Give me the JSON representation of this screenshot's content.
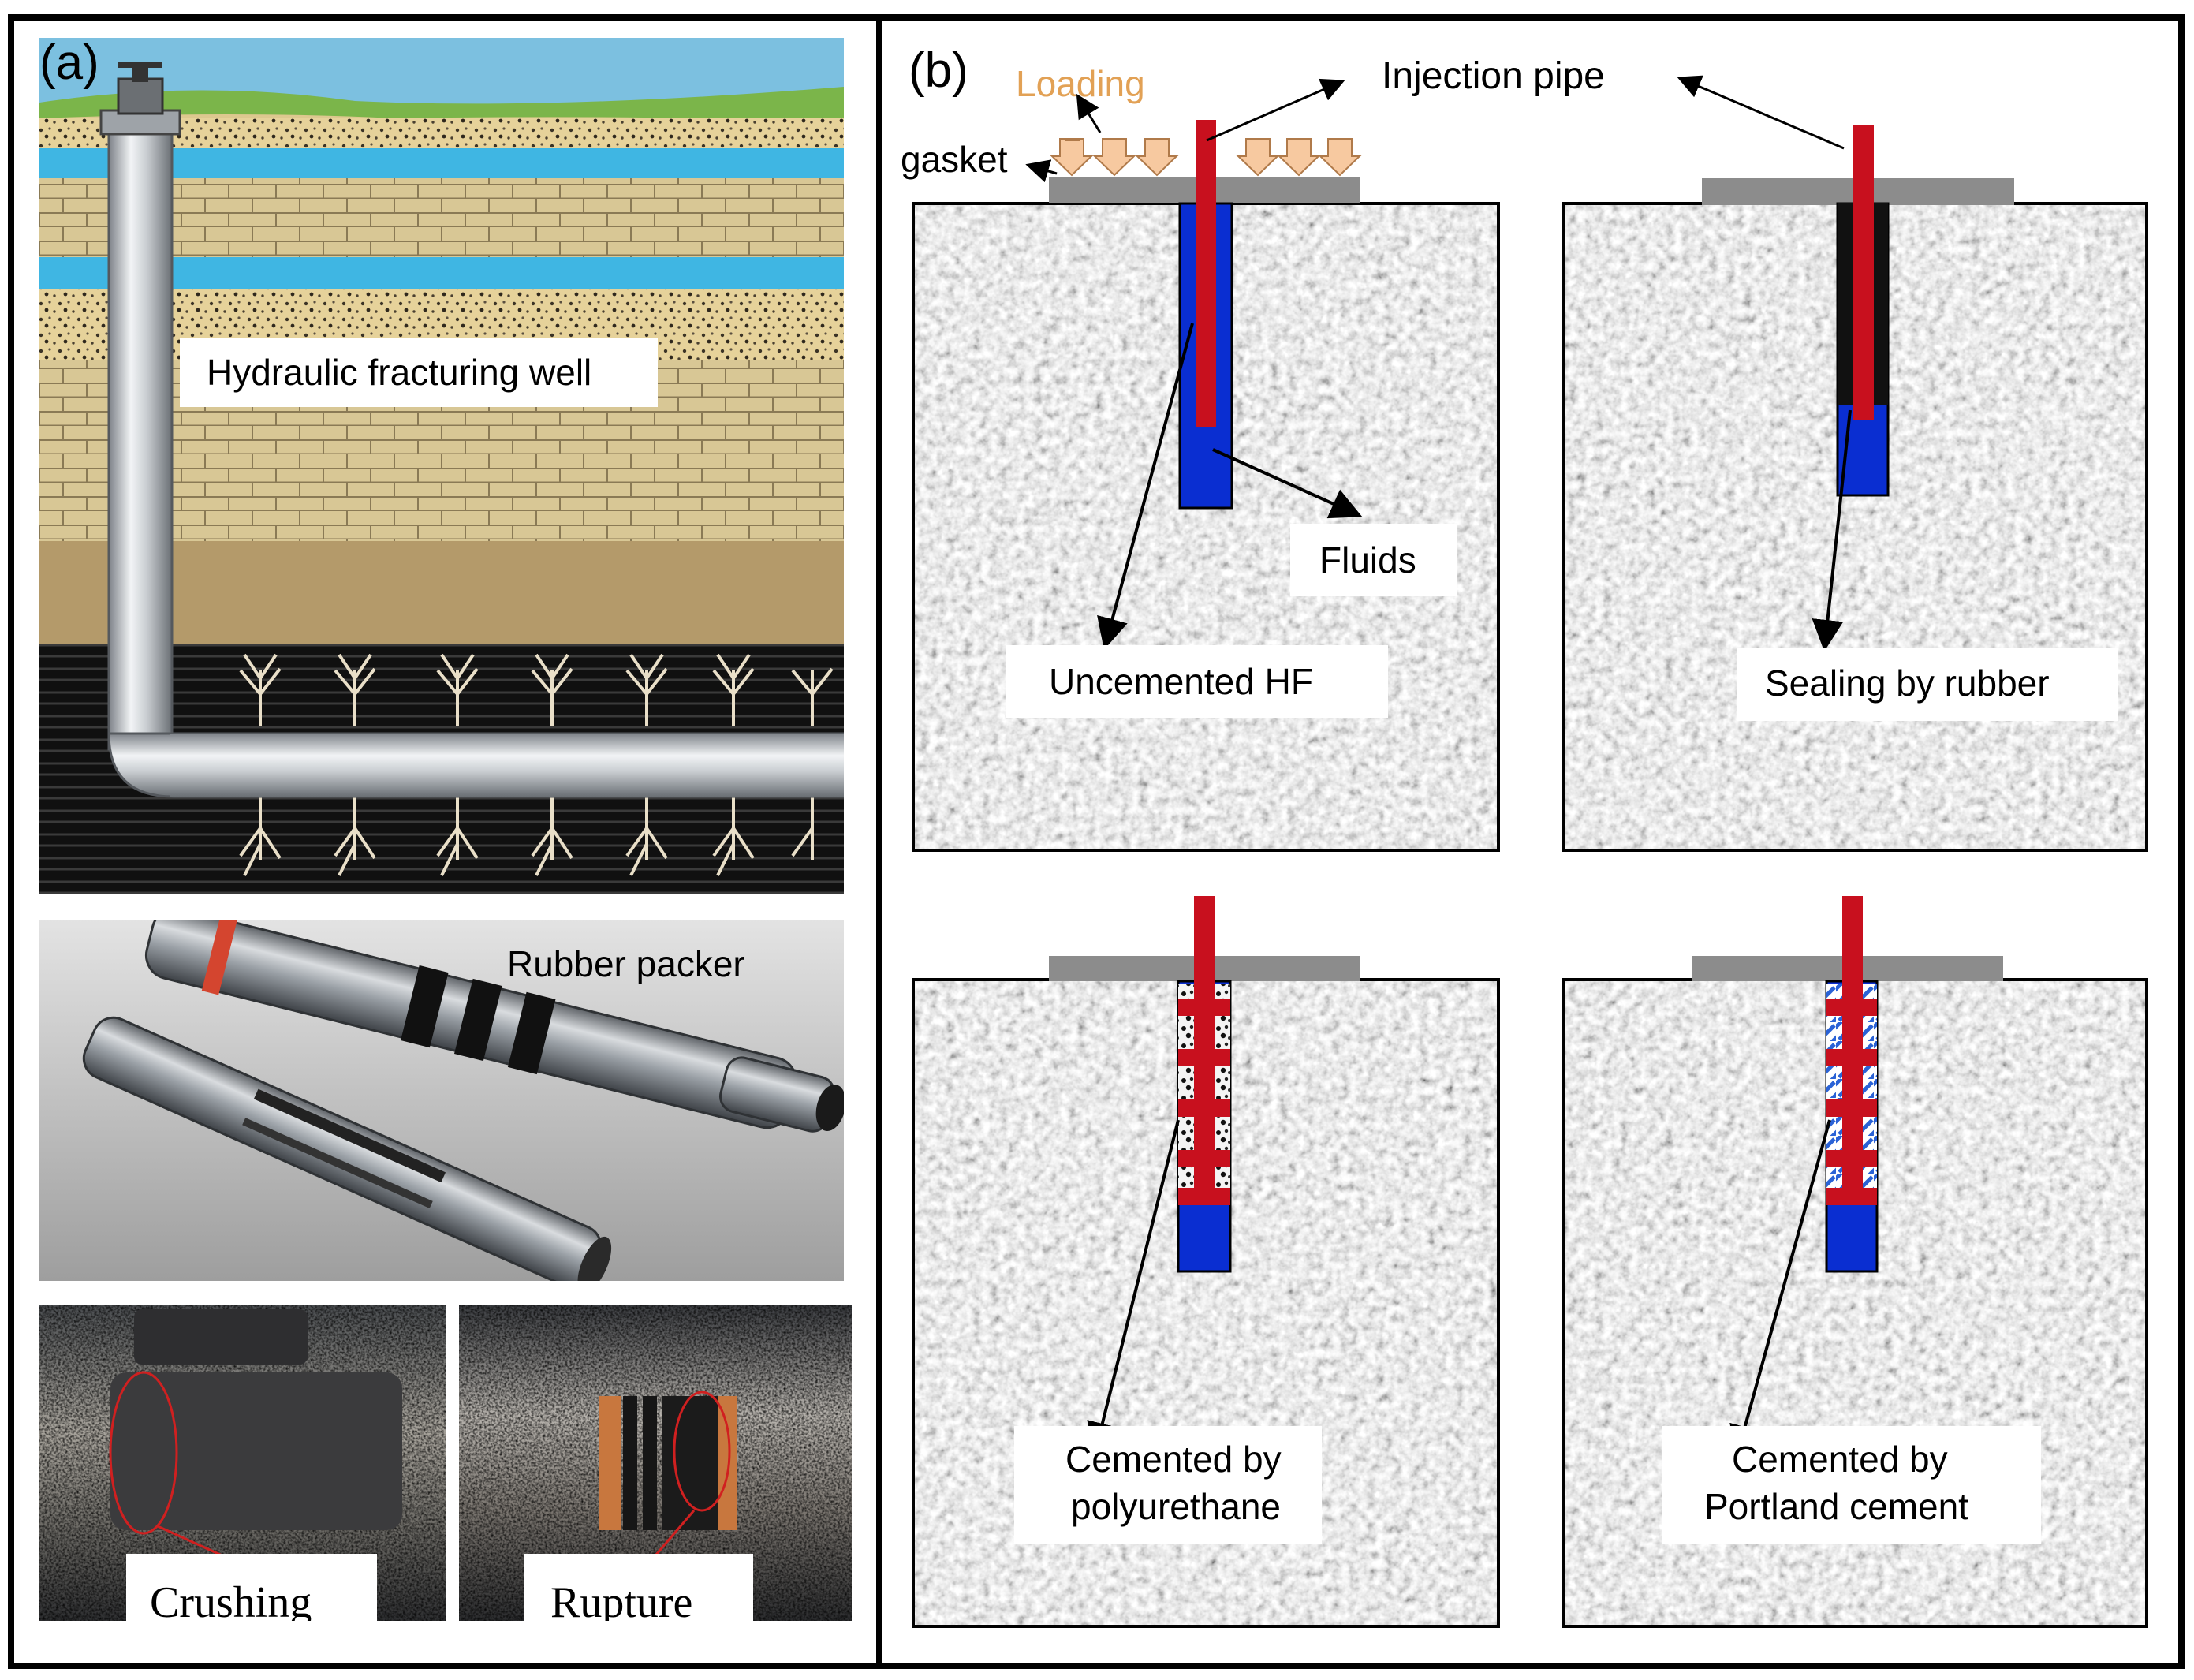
{
  "panel_a": {
    "label": "(a)",
    "well_label": "Hydraulic fracturing well",
    "packer_label": "Rubber packer",
    "failure_left_label": "Crushing",
    "failure_right_label": "Rupture"
  },
  "panel_b": {
    "label": "(b)",
    "loading_label": "Loading",
    "injection_pipe_label": "Injection pipe",
    "gasket_label": "gasket",
    "fluids_label": "Fluids",
    "case1_label": "Uncemented HF",
    "case2_label": "Sealing by rubber",
    "case3_label_line1": "Cemented by",
    "case3_label_line2": "polyurethane",
    "case4_label_line1": "Cemented by",
    "case4_label_line2": "Portland cement"
  },
  "colors": {
    "pipe": "#c8101e",
    "fluid": "#0a2ed1",
    "gasket": "#8c8c8c",
    "loading_text": "#e2a155",
    "loading_arrow": "#f7c9a0",
    "rubber": "#111111"
  }
}
